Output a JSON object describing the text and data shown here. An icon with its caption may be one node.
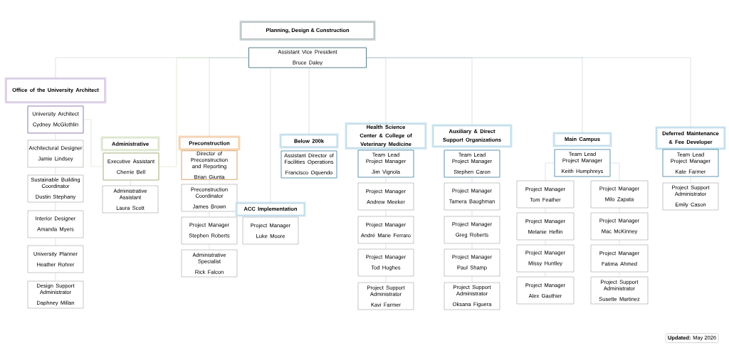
{
  "diagram": {
    "title": "Planning, Design & Construction",
    "nodes": [
      {
        "text": [
          "Assistant Vice President",
          "Bruce Daley"
        ]
      },
      {
        "text": [
          "Office of the University Architect"
        ]
      },
      {
        "text": [
          "University Architect",
          "Cydney McGlothlin"
        ]
      },
      {
        "text": [
          "Architectural Designer",
          "Jamie Lindsey"
        ]
      },
      {
        "text": [
          "Sustainable Building Coordinator",
          "Dustin Stephany"
        ]
      },
      {
        "text": [
          "Interior Designer",
          "Amanda Myers"
        ]
      },
      {
        "text": [
          "University Planner",
          "Heather Rohrer"
        ]
      },
      {
        "text": [
          "Design Support Administrator",
          "Daphney Millan"
        ]
      },
      {
        "text": [
          "Administrative"
        ]
      },
      {
        "text": [
          "Executive Assistant",
          "Cherrie Bell"
        ]
      },
      {
        "text": [
          "Administrative Assistant",
          "Laura Scott"
        ]
      },
      {
        "text": [
          "Preconstruction"
        ]
      },
      {
        "text": [
          "Director of Preconstruction and Reporting",
          "Brian Giunta"
        ]
      },
      {
        "text": [
          "Preconstruction Coordinator",
          "James Brown"
        ]
      },
      {
        "text": [
          "Project Manager",
          "Stephen Roberts"
        ]
      },
      {
        "text": [
          "Administrative Specialist",
          "Rick Falcon"
        ]
      },
      {
        "text": [
          "ACC Implementation"
        ]
      },
      {
        "text": [
          "Project Manager",
          "Luke Moore"
        ]
      },
      {
        "text": [
          "Below 200k"
        ]
      },
      {
        "text": [
          "Assistant Director of Facilities Operations",
          "Francisco Oquendo"
        ]
      },
      {
        "text": [
          "Health Science Center & College of Veterinary Medicine"
        ]
      },
      {
        "text": [
          "Team Lead Project Manager",
          "Jim Vignola"
        ]
      },
      {
        "text": [
          "Project Manager",
          "Andrew Meeker"
        ]
      },
      {
        "text": [
          "Project Manager",
          "André Marie Ferraro"
        ]
      },
      {
        "text": [
          "Project Manager",
          "Tod Hughes"
        ]
      },
      {
        "text": [
          "Project Support Administrator",
          "Kavi Farmer"
        ]
      },
      {
        "text": [
          "Auxiliary & Direct Support Organizations"
        ]
      },
      {
        "text": [
          "Team Lead Project Manager",
          "Stephen Caron"
        ]
      },
      {
        "text": [
          "Project Manager",
          "Tamera Baughman"
        ]
      },
      {
        "text": [
          "Project Manager",
          "Greg Roberts"
        ]
      },
      {
        "text": [
          "Project Manager",
          "Paul Shamp"
        ]
      },
      {
        "text": [
          "Project Support Administrator",
          "Oksana Figuera"
        ]
      },
      {
        "text": [
          "Main Campus"
        ]
      },
      {
        "text": [
          "Team Lead Project Manager",
          "Keith Humphreys"
        ]
      },
      {
        "text": [
          "Project Manager",
          "Tom Feather"
        ]
      },
      {
        "text": [
          "Project Manager",
          "Melanie Heflin"
        ]
      },
      {
        "text": [
          "Project Manager",
          "Missy Huntley"
        ]
      },
      {
        "text": [
          "Project Manager",
          "Alex Gauthier"
        ]
      },
      {
        "text": [
          "Project Manager",
          "Milo Zapata"
        ]
      },
      {
        "text": [
          "Project Manager",
          "Mac McKinney"
        ]
      },
      {
        "text": [
          "Project Manager",
          "Fatima Ahmed"
        ]
      },
      {
        "text": [
          "Project Support Administrator",
          "Susette Martinez"
        ]
      },
      {
        "text": [
          "Deferred Maintenance & Fee Developer"
        ]
      },
      {
        "text": [
          "Team Lead Project Manager",
          "Kate Farmer"
        ]
      },
      {
        "text": [
          "Project Support Administrator",
          "Emily Cason"
        ]
      }
    ],
    "edges": [
      {
        "from": 0,
        "to": 1,
        "arrow": "none"
      },
      {
        "from": 0,
        "to": 9,
        "arrow": "none",
        "color": "#c9d8ae"
      },
      {
        "from": 0,
        "to": 11,
        "arrow": "none"
      },
      {
        "from": 0,
        "to": 16,
        "arrow": "none"
      },
      {
        "from": 0,
        "to": 18,
        "arrow": "none"
      },
      {
        "from": 0,
        "to": 20,
        "arrow": "none"
      },
      {
        "from": 0,
        "to": 26,
        "arrow": "none"
      },
      {
        "from": 0,
        "to": 32,
        "arrow": "none"
      },
      {
        "from": 0,
        "to": 42,
        "arrow": "none"
      },
      {
        "from": 2,
        "to": 9,
        "arrow": "none",
        "color": "#c9d8ae"
      },
      {
        "from": 2,
        "to": 3,
        "arrow": "none"
      },
      {
        "from": 3,
        "to": 4,
        "arrow": "none"
      },
      {
        "from": 4,
        "to": 5,
        "arrow": "none"
      },
      {
        "from": 5,
        "to": 6,
        "arrow": "none"
      },
      {
        "from": 6,
        "to": 7,
        "arrow": "none"
      },
      {
        "from": 9,
        "to": 10,
        "arrow": "none"
      },
      {
        "from": 12,
        "to": 13,
        "arrow": "none"
      },
      {
        "from": 13,
        "to": 14,
        "arrow": "none"
      },
      {
        "from": 14,
        "to": 15,
        "arrow": "none"
      },
      {
        "from": 21,
        "to": 22,
        "arrow": "none"
      },
      {
        "from": 22,
        "to": 23,
        "arrow": "none"
      },
      {
        "from": 23,
        "to": 24,
        "arrow": "none"
      },
      {
        "from": 24,
        "to": 25,
        "arrow": "none"
      },
      {
        "from": 27,
        "to": 28,
        "arrow": "none"
      },
      {
        "from": 28,
        "to": 29,
        "arrow": "none"
      },
      {
        "from": 29,
        "to": 30,
        "arrow": "none"
      },
      {
        "from": 30,
        "to": 31,
        "arrow": "none"
      },
      {
        "from": 33,
        "to": 34,
        "arrow": "none"
      },
      {
        "from": 34,
        "to": 35,
        "arrow": "none"
      },
      {
        "from": 35,
        "to": 36,
        "arrow": "none"
      },
      {
        "from": 36,
        "to": 37,
        "arrow": "none"
      },
      {
        "from": 33,
        "to": 38,
        "arrow": "none"
      },
      {
        "from": 38,
        "to": 39,
        "arrow": "none"
      },
      {
        "from": 39,
        "to": 40,
        "arrow": "none"
      },
      {
        "from": 40,
        "to": 41,
        "arrow": "none"
      },
      {
        "from": 43,
        "to": 44,
        "arrow": "none"
      }
    ],
    "labels": [
      "**Updated:** May 2026"
    ]
  }
}
